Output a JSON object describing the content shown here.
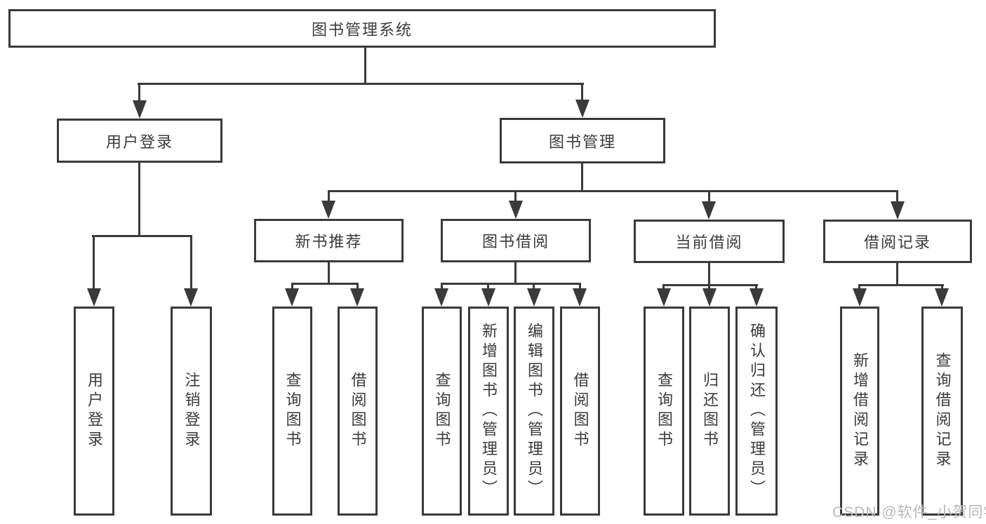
{
  "tree": {
    "root": {
      "label": "图书管理系统"
    },
    "branches": [
      {
        "label": "用户登录",
        "leaves": [
          {
            "label": "用户登录"
          },
          {
            "label": "注销登录"
          }
        ]
      },
      {
        "label": "图书管理",
        "groups": [
          {
            "label": "新书推荐",
            "leaves": [
              {
                "label": "查询图书"
              },
              {
                "label": "借阅图书"
              }
            ]
          },
          {
            "label": "图书借阅",
            "leaves": [
              {
                "label": "查询图书"
              },
              {
                "label": "新增图书（管理员）"
              },
              {
                "label": "编辑图书（管理员）"
              },
              {
                "label": "借阅图书"
              }
            ]
          },
          {
            "label": "当前借阅",
            "leaves": [
              {
                "label": "查询图书"
              },
              {
                "label": "归还图书"
              },
              {
                "label": "确认归还（管理员）"
              }
            ]
          },
          {
            "label": "借阅记录",
            "leaves": [
              {
                "label": "新增借阅记录"
              },
              {
                "label": "查询借阅记录"
              }
            ]
          }
        ]
      }
    ]
  },
  "watermark": {
    "text": "CSDN @软件_小贺同学"
  },
  "colors": {
    "line": "#3a3a3a",
    "text": "#3b3b3b",
    "watermark": "#b9b9b9",
    "background": "#ffffff"
  }
}
